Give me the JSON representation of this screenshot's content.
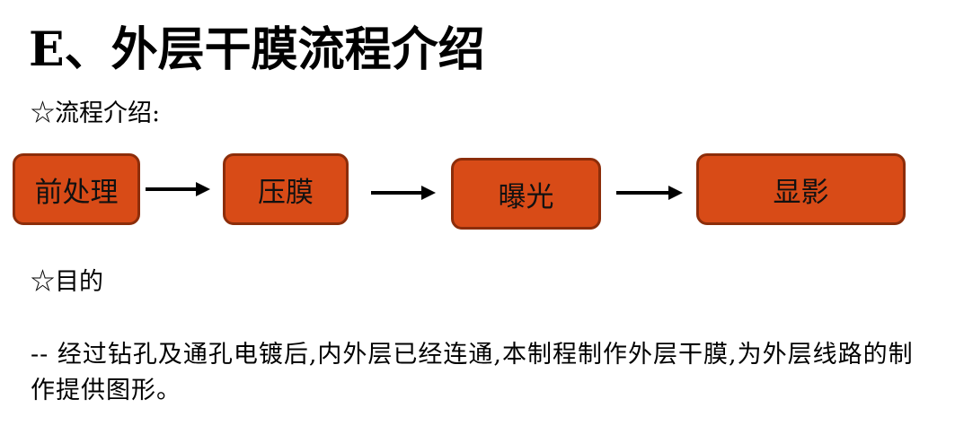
{
  "slide": {
    "title": "E、外层干膜流程介绍"
  },
  "sections": {
    "process_heading": "☆流程介绍:",
    "purpose_heading": "☆目的"
  },
  "process": {
    "steps": [
      {
        "label": "前处理"
      },
      {
        "label": "压膜"
      },
      {
        "label": "曝光"
      },
      {
        "label": "显影"
      }
    ]
  },
  "purpose": {
    "text": "-- 经过钻孔及通孔电镀后,内外层已经连通,本制程制作外层干膜,为外层线路的制作提供图形。"
  },
  "colors": {
    "box_fill": "#d84b17",
    "box_border": "#8c2d0a",
    "arrow": "#000000"
  }
}
